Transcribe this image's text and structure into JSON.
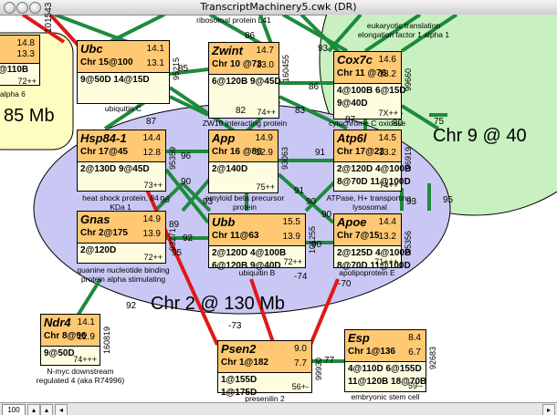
{
  "window": {
    "title": "TranscriptMachinery5.cwk (DR)"
  },
  "regions": {
    "chr9": "Chr 9 @ 40",
    "chr2": "Chr 2 @ 130 Mb",
    "chr_left": "85 Mb"
  },
  "top_labels": {
    "ribosomal": "ribosomal protein L41",
    "eukaryotic": "eukaryotic translation\nelongation factor 1 alpha 1",
    "alpha6": "alpha 6"
  },
  "nodes": {
    "left_edge": {
      "v1": "14.8",
      "v2": "13.3",
      "row1": "@110B",
      "tag": "72++",
      "id": "101543"
    },
    "ubc": {
      "name": "Ubc",
      "chr": "Chr 15@100",
      "v1": "14.1",
      "v2": "13.1",
      "row1": "9@50D  14@15D",
      "tag": "",
      "desc": "ubiquitin C",
      "id": "95215"
    },
    "zwint": {
      "name": "Zwint",
      "chr": "Chr 10 @73",
      "v1": "14.7",
      "v2": "13.0",
      "row1": "6@120B  9@45D",
      "tag": "74++",
      "desc": "ZW10 interacting protein",
      "id": "160455"
    },
    "cox7c": {
      "name": "Cox7c",
      "chr": "Chr 11 @76",
      "v1": "14.6",
      "v2": "13.2",
      "row1": "4@100B  6@15D",
      "row2": "9@40D",
      "tag": "7X++",
      "desc": "cytochrome C oxidase\nVIIc",
      "id": "99660"
    },
    "hsp84": {
      "name": "Hsp84-1",
      "chr": "Chr 17@45",
      "v1": "14.4",
      "v2": "12.8",
      "row1": "2@130D  9@45D",
      "tag": "73++",
      "desc": "heat shock protein, 84\nKDa 1",
      "id": "95359"
    },
    "app": {
      "name": "App",
      "chr": "Chr 16 @86",
      "v1": "14.9",
      "v2": "12.9",
      "row1": "2@140D",
      "tag": "75++",
      "desc": "amyloid beta precursor\nprotein",
      "id": "93063"
    },
    "atp6l": {
      "name": "Atp6l",
      "chr": "Chr 17@23",
      "v1": "14.5",
      "v2": "13.2",
      "row1": "2@120D  4@100B",
      "row2": "8@70D  11@100D",
      "tag": "74++",
      "desc": "ATPase, H+ transporting,\nlysosomal",
      "id": "96919"
    },
    "gnas": {
      "name": "Gnas",
      "chr": "Chr 2@175",
      "v1": "14.9",
      "v2": "13.9",
      "row1": "2@120D",
      "tag": "72++",
      "desc": "guanine nucleotide binding\nprotein alpha stimulating",
      "id": "93271"
    },
    "ubb": {
      "name": "Ubb",
      "chr": "Chr 11@63",
      "v1": "15.5",
      "v2": "13.9",
      "row1": "2@120D  4@100B",
      "row2": "6@120B  9@40D",
      "tag": "72++",
      "desc": "ubiquitin B",
      "id": "101255"
    },
    "apoe": {
      "name": "Apoe",
      "chr": "Chr 7@15",
      "v1": "14.4",
      "v2": "13.2",
      "row1": "2@125D  4@100B",
      "row2": "8@70D  11@100D",
      "tag": "71+++",
      "desc": "apolipoprotein E",
      "id": "95356"
    },
    "ndr4": {
      "name": "Ndr4",
      "chr": "Chr 8@96",
      "v1": "14.1",
      "v2": "12.9",
      "row1": "9@50D",
      "tag": "74+++",
      "desc": "N-myc downstream\nregulated 4 (aka R74996)",
      "id": "160819"
    },
    "psen2": {
      "name": "Psen2",
      "chr": "Chr 1@182",
      "v1": "9.0",
      "v2": "7.7",
      "row1": "1@155D",
      "row2": "1@175D",
      "tag": "56+-",
      "desc": "presenilin 2",
      "id": "99930"
    },
    "esp": {
      "name": "Esp",
      "chr": "Chr 1@136",
      "v1": "8.4",
      "v2": "6.7",
      "row1": "4@110D  6@155D",
      "row2": "11@120B  18@70B",
      "tag": "59--",
      "desc": "embryonic stem cell\nphosphatase",
      "id": "92683"
    }
  },
  "edge_labels": {
    "e86": "86",
    "e93": "93",
    "e85": "85",
    "e86b": "86",
    "e87": "87",
    "e82": "82",
    "e83": "83",
    "e87b": "87",
    "e80": "80",
    "e75": "75",
    "e96": "96",
    "e91": "91",
    "e91b": "91",
    "e90": "90",
    "e96b": "96",
    "e93b": "93",
    "e90b": "90",
    "e90c": "90",
    "e93c": "93",
    "e95": "95",
    "e89": "89",
    "e92": "92",
    "e92b": "92",
    "e95b": "95",
    "e90d": "90",
    "e74": "-74",
    "e70": "-70",
    "e73": "-73",
    "e77": "77",
    "e75b": "75"
  },
  "status": {
    "zoom": "100"
  }
}
